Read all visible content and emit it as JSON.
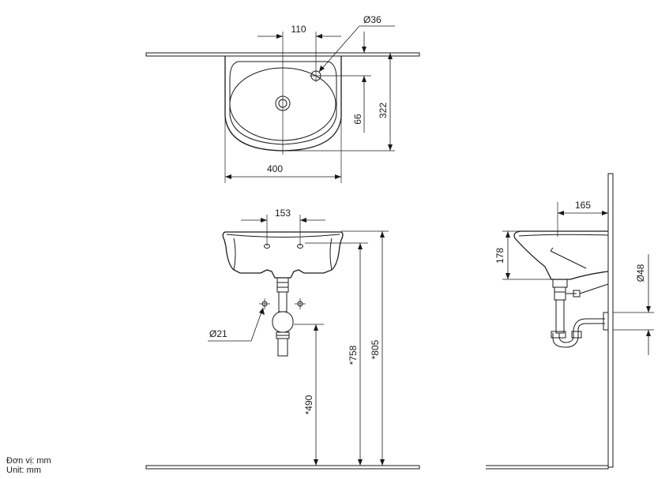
{
  "top_view": {
    "width": "400",
    "depth": "322",
    "tap_hole_offset": "110",
    "tap_hole_diameter": "Ø36",
    "tap_hole_depth": "66"
  },
  "front_view": {
    "hole_spacing": "153",
    "fixing_diameter": "Ø21",
    "waste_height": "*490",
    "rim_height_inner": "*758",
    "rim_height_outer": "*805"
  },
  "side_view": {
    "projection": "165",
    "basin_height": "178",
    "pipe_diameter": "Ø48"
  },
  "units": {
    "vi": "Đơn vị: mm",
    "en": "Unit: mm"
  }
}
